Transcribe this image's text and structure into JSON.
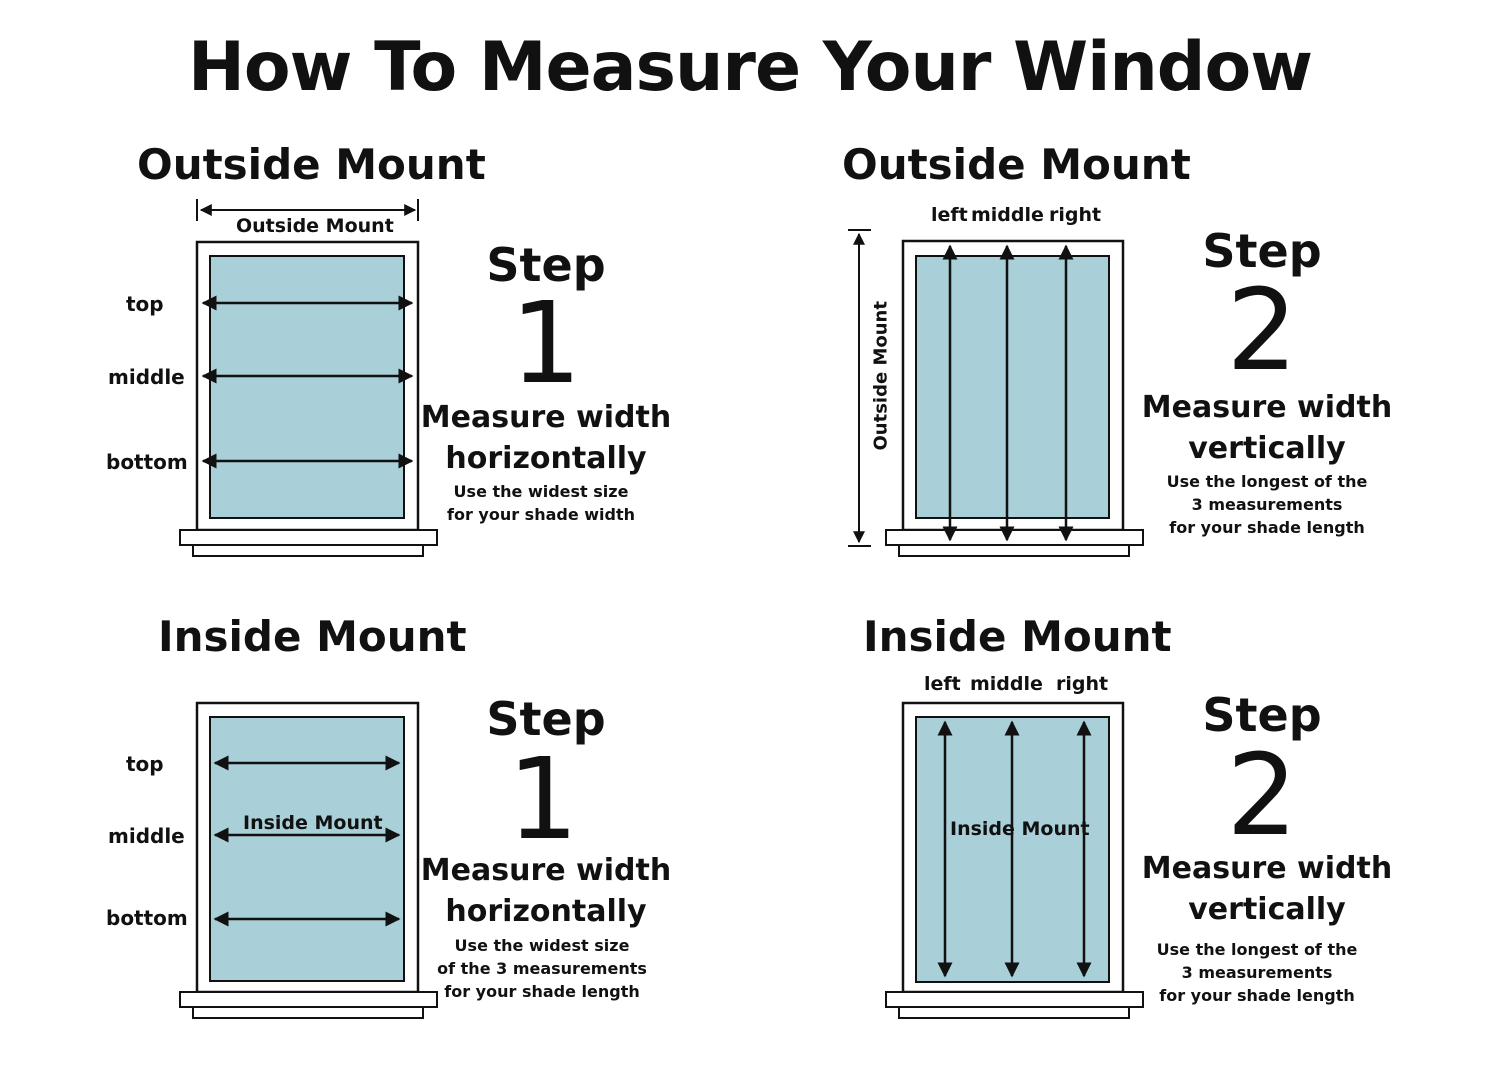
{
  "title": "How To Measure Your Window",
  "colors": {
    "glass": "#a9cfd8",
    "ink": "#111111",
    "frame_fill": "#ffffff"
  },
  "panels": {
    "outside_width": {
      "heading": "Outside Mount",
      "dimension_label": "Outside Mount",
      "labels": [
        "top",
        "middle",
        "bottom"
      ],
      "step_word": "Step",
      "step_number": "1",
      "instruction": [
        "Measure width",
        "horizontally"
      ],
      "note": [
        "Use the widest size",
        "for your shade width"
      ]
    },
    "outside_length": {
      "heading": "Outside Mount",
      "dimension_label": "Outside Mount",
      "labels": [
        "left",
        "middle",
        "right"
      ],
      "step_word": "Step",
      "step_number": "2",
      "instruction": [
        "Measure width",
        "vertically"
      ],
      "note": [
        "Use the longest of the",
        "3 measurements",
        "for your shade length"
      ]
    },
    "inside_width": {
      "heading": "Inside Mount",
      "dimension_label": "Inside Mount",
      "labels": [
        "top",
        "middle",
        "bottom"
      ],
      "step_word": "Step",
      "step_number": "1",
      "instruction": [
        "Measure width",
        "horizontally"
      ],
      "note": [
        "Use the widest size",
        "of the 3 measurements",
        "for your shade length"
      ]
    },
    "inside_length": {
      "heading": "Inside Mount",
      "dimension_label": "Inside Mount",
      "labels": [
        "left",
        "middle",
        "right"
      ],
      "step_word": "Step",
      "step_number": "2",
      "instruction": [
        "Measure width",
        "vertically"
      ],
      "note": [
        "Use the longest of the",
        "3 measurements",
        "for your shade length"
      ]
    }
  }
}
